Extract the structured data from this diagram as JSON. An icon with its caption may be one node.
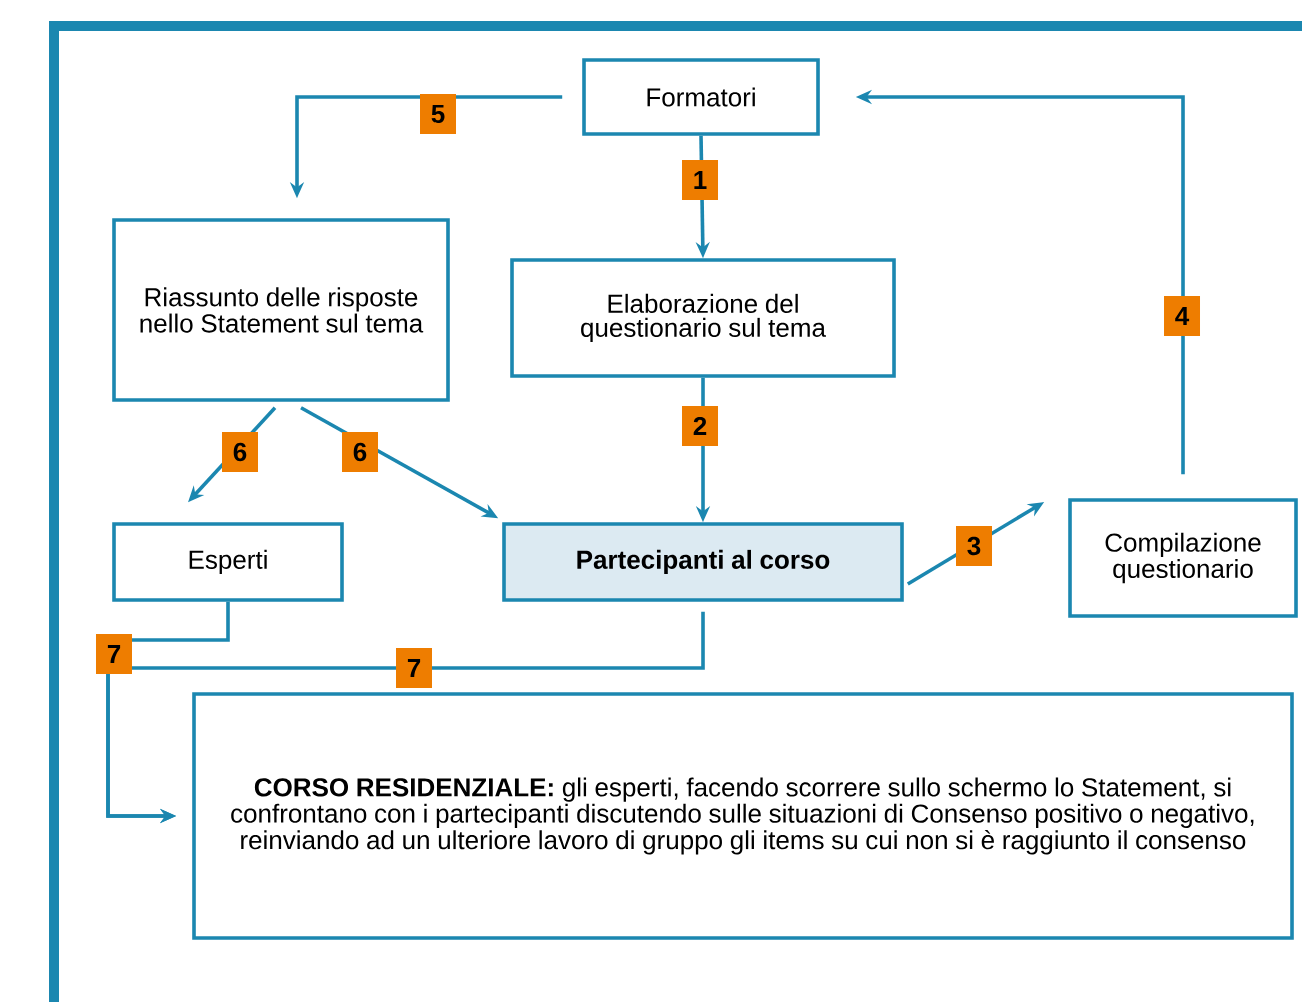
{
  "diagram": {
    "nodes": [
      {
        "text": [
          "Formatori"
        ]
      },
      {
        "text": [
          "Riassunto delle risposte nello Statement  sul tema"
        ]
      },
      {
        "text": [
          "Elaborazione del questionario sul tema"
        ]
      },
      {
        "text": [
          "Esperti"
        ]
      },
      {
        "text": [
          "Partecipanti al corso"
        ]
      },
      {
        "text": [
          "Compilazione questionario"
        ]
      },
      {
        "text": [
          "**CORSO RESIDENZIALE:** gli esperti, facendo scorrere sullo schermo lo Statement, si confrontano con i partecipanti discutendo sulle situazioni di Consenso positivo o negativo, reinviando ad un ulteriore lavoro di gruppo gli items su cui non si è raggiunto il consenso"
        ]
      }
    ],
    "edges": [
      {
        "from": 0,
        "to": 2,
        "arrow": "to",
        "label": "1"
      },
      {
        "from": 2,
        "to": 4,
        "arrow": "to",
        "label": "2"
      },
      {
        "from": 4,
        "to": 5,
        "arrow": "to",
        "label": "3"
      },
      {
        "from": 5,
        "to": 0,
        "arrow": "to",
        "label": "4"
      },
      {
        "from": 0,
        "to": 1,
        "arrow": "to",
        "label": "5"
      },
      {
        "from": 1,
        "to": 3,
        "arrow": "to",
        "label": "6"
      },
      {
        "from": 1,
        "to": 4,
        "arrow": "to",
        "label": "6"
      },
      {
        "from": 3,
        "to": 6,
        "arrow": "to",
        "label": "7"
      },
      {
        "from": 4,
        "to": 6,
        "arrow": "to",
        "label": "7"
      }
    ]
  }
}
